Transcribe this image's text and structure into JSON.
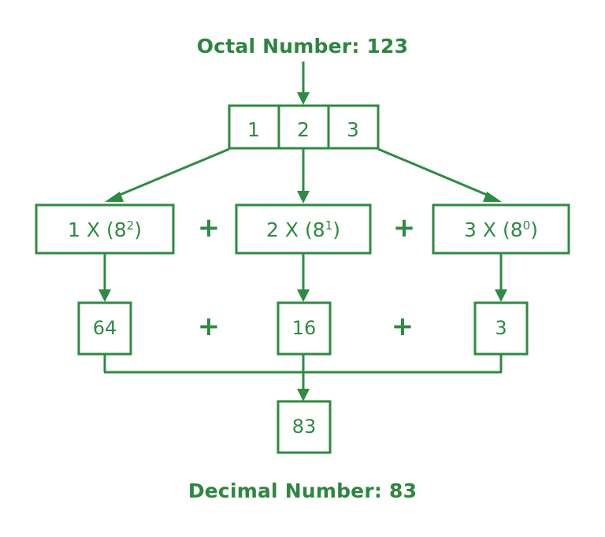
{
  "diagram": {
    "title_top": "Octal Number: 123",
    "title_bottom": "Decimal Number: 83",
    "accent_color": "#2f8a43",
    "background_color": "#ffffff",
    "digit_cells": [
      {
        "label": "1"
      },
      {
        "label": "2"
      },
      {
        "label": "3"
      }
    ],
    "expressions": [
      {
        "coefficient": "1",
        "operator": "X",
        "base_open": "(8",
        "exponent": "2",
        "base_close": ")",
        "full": "1 X (8²)"
      },
      {
        "coefficient": "2",
        "operator": "X",
        "base_open": "(8",
        "exponent": "1",
        "base_close": ")",
        "full": "2 X (8¹)"
      },
      {
        "coefficient": "3",
        "operator": "X",
        "base_open": "(8",
        "exponent": "0",
        "base_close": ")",
        "full": "3 X (8⁰)"
      }
    ],
    "expr_separators": [
      "+",
      "+"
    ],
    "values": [
      {
        "label": "64"
      },
      {
        "label": "16"
      },
      {
        "label": "3"
      }
    ],
    "value_separators": [
      "+",
      "+"
    ],
    "result": {
      "label": "83"
    }
  }
}
